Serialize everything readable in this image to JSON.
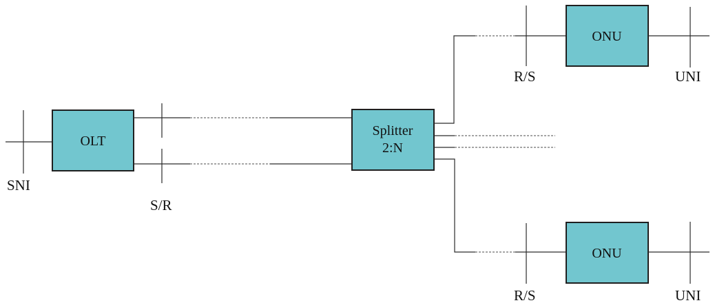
{
  "nodes": {
    "olt": {
      "label": "OLT"
    },
    "splitter": {
      "label_line1": "Splitter",
      "label_line2": "2:N"
    },
    "onu_top": {
      "label": "ONU"
    },
    "onu_bottom": {
      "label": "ONU"
    }
  },
  "reference_points": {
    "sni": "SNI",
    "sr": "S/R",
    "rs_top": "R/S",
    "uni_top": "UNI",
    "rs_bottom": "R/S",
    "uni_bottom": "UNI"
  },
  "colors": {
    "box_fill": "#72c6cf",
    "box_stroke": "#1f1f1f",
    "line": "#2a2a2a"
  }
}
